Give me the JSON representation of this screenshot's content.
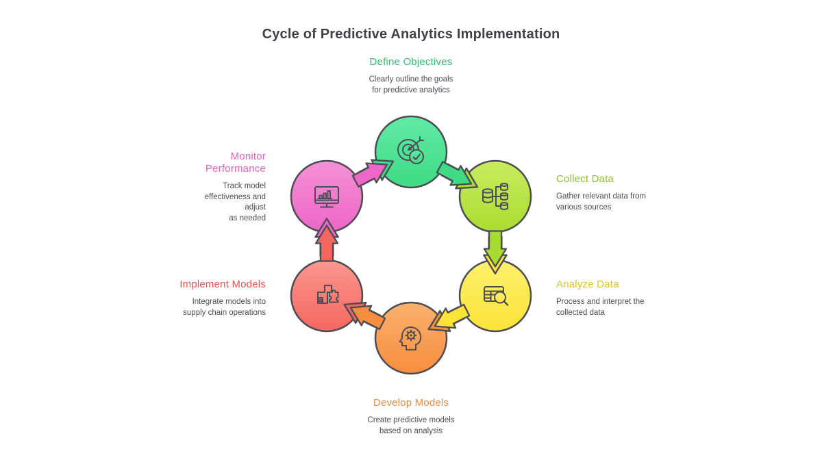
{
  "title": "Cycle of Predictive Analytics Implementation",
  "theme": {
    "background": "#ffffff",
    "title_color": "#3e4147",
    "description_color": "#4b4e55",
    "outline_color": "#4c4c55"
  },
  "stages": [
    {
      "label": "Define Objectives",
      "description": "Clearly outline the goals\nfor predictive analytics",
      "icon": "target-check-icon",
      "color": "#2bbd70",
      "fill_light": "#62eba6",
      "fill_dark": "#3eda84"
    },
    {
      "label": "Collect Data",
      "description": "Gather relevant data from\nvarious sources",
      "icon": "databases-icon",
      "color": "#8bc226",
      "fill_light": "#c9ec5f",
      "fill_dark": "#a9dc30"
    },
    {
      "label": "Analyze Data",
      "description": "Process and interpret the\ncollected data",
      "icon": "table-magnifier-icon",
      "color": "#e0c31e",
      "fill_light": "#fdf06e",
      "fill_dark": "#fbe337"
    },
    {
      "label": "Develop Models",
      "description": "Create predictive models\nbased on analysis",
      "icon": "head-gear-icon",
      "color": "#e98a41",
      "fill_light": "#fbb26e",
      "fill_dark": "#f78d3e"
    },
    {
      "label": "Implement Models",
      "description": "Integrate models into\nsupply chain operations",
      "icon": "puzzle-icon",
      "color": "#e9534e",
      "fill_light": "#fb978f",
      "fill_dark": "#f46760"
    },
    {
      "label": "Monitor Performance",
      "description": "Track model\neffectiveness and adjust\nas needed",
      "icon": "monitor-chart-icon",
      "color": "#e45ebd",
      "fill_light": "#f491d7",
      "fill_dark": "#ee66c6"
    }
  ]
}
